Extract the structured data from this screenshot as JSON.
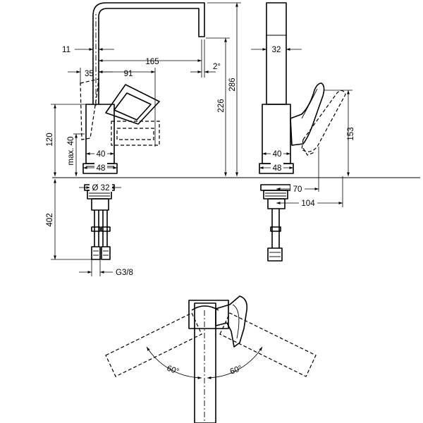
{
  "labels": {
    "d11": "11",
    "d165": "165",
    "d2deg": "2°",
    "d35": "35",
    "d91": "91",
    "d226": "226",
    "d286": "286",
    "d120": "120",
    "dmax40": "max. 40",
    "d40a": "40",
    "d48a": "48",
    "dphi32": "Ø 32",
    "d402": "402",
    "dg38": "G3/8",
    "d32side": "32",
    "d153": "153",
    "d40b": "40",
    "d48b": "48",
    "d70": "70",
    "d104": "104",
    "d60left": "60°",
    "d60right": "60°"
  }
}
